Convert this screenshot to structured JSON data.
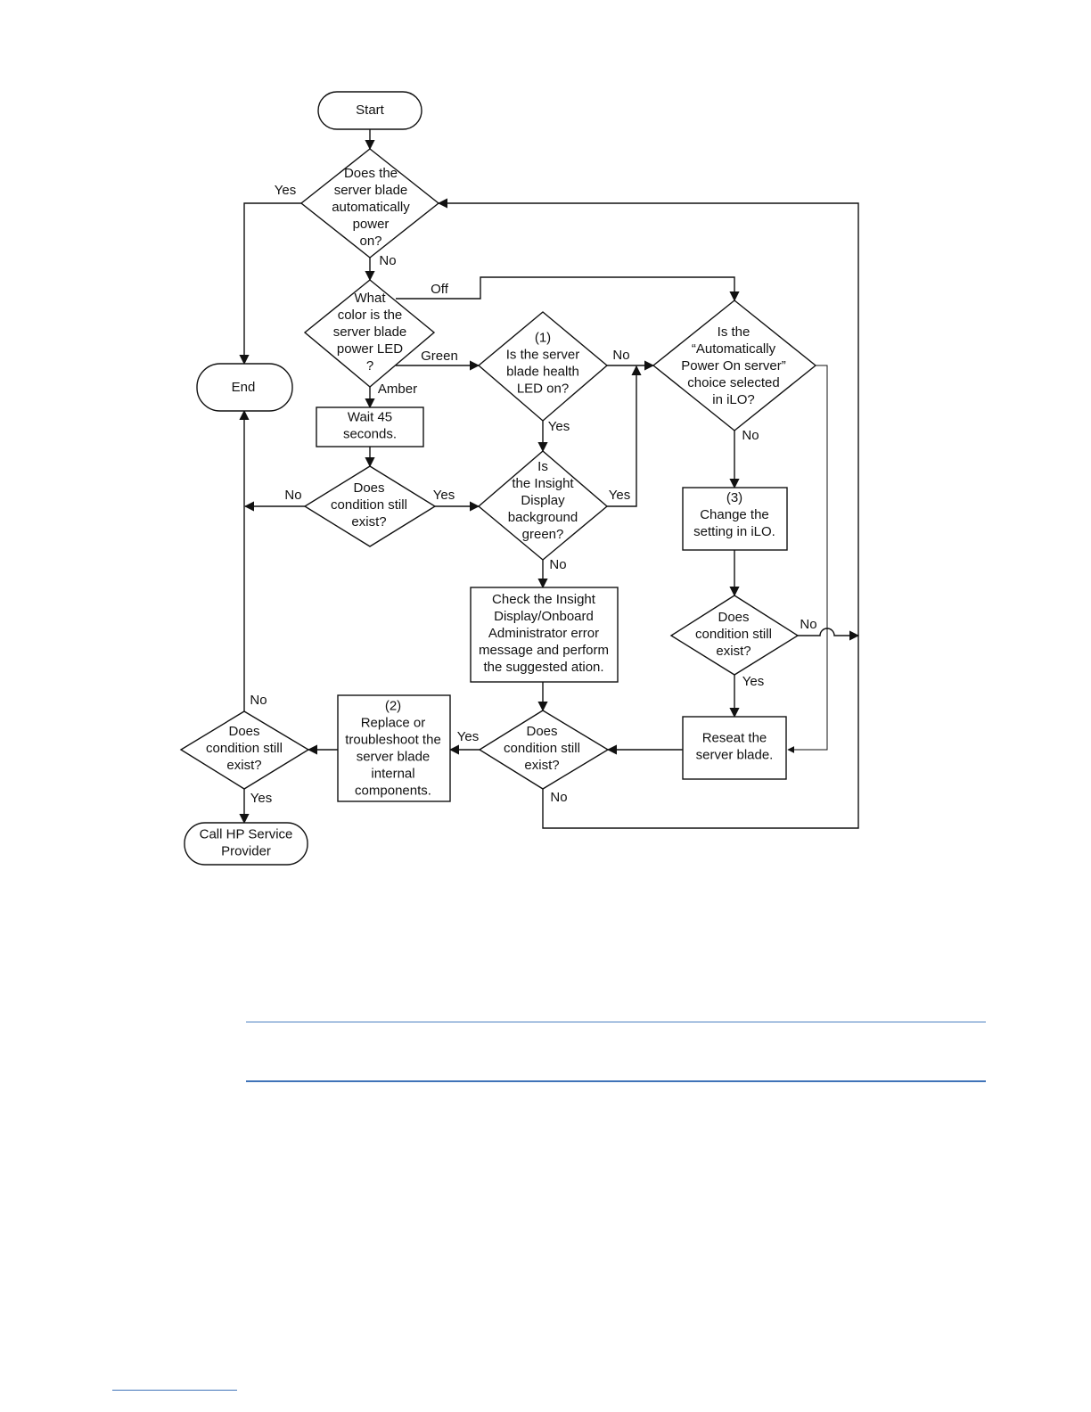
{
  "flowchart": {
    "nodes": {
      "start": [
        "Start"
      ],
      "auto_power_on": [
        "Does the",
        "server blade",
        "automatically",
        "power",
        "on?"
      ],
      "led_color": [
        "What",
        "color is the",
        "server blade",
        "power LED",
        "?"
      ],
      "health_led": [
        "(1)",
        "Is the server",
        "blade health",
        "LED on?"
      ],
      "auto_power_ilo": [
        "Is the",
        "“Automatically",
        "Power On server”",
        "choice selected",
        "in iLO?"
      ],
      "end": [
        "End"
      ],
      "wait": [
        "Wait 45",
        "seconds."
      ],
      "cond_left": [
        "Does",
        "condition still",
        "exist?"
      ],
      "insight_green": [
        "Is",
        "the Insight",
        "Display",
        "background",
        "green?"
      ],
      "change_ilo": [
        "(3)",
        "Change the",
        "setting in iLO."
      ],
      "check_insight": [
        "Check the Insight",
        "Display/Onboard",
        "Administrator error",
        "message and perform",
        "the suggested ation."
      ],
      "cond_ilo": [
        "Does",
        "condition still",
        "exist?"
      ],
      "cond_final": [
        "Does",
        "condition still",
        "exist?"
      ],
      "replace": [
        "(2)",
        "Replace or",
        "troubleshoot the",
        "server blade",
        "internal",
        "components."
      ],
      "cond_center": [
        "Does",
        "condition still",
        "exist?"
      ],
      "reseat": [
        "Reseat the",
        "server blade."
      ],
      "call_hp": [
        "Call HP Service",
        "Provider"
      ]
    },
    "edge_labels": {
      "auto_yes": "Yes",
      "auto_no": "No",
      "led_off": "Off",
      "led_green": "Green",
      "led_amber": "Amber",
      "health_no": "No",
      "health_yes": "Yes",
      "ilo_no": "No",
      "cond_left_no": "No",
      "cond_left_yes": "Yes",
      "insight_yes": "Yes",
      "insight_no": "No",
      "cond_ilo_no": "No",
      "cond_ilo_yes": "Yes",
      "final_no": "No",
      "final_yes": "Yes",
      "replace_yes": "Yes",
      "center_no": "No"
    }
  },
  "colors": {
    "rule_blue": "#4a7fc1",
    "line": "#111111"
  }
}
